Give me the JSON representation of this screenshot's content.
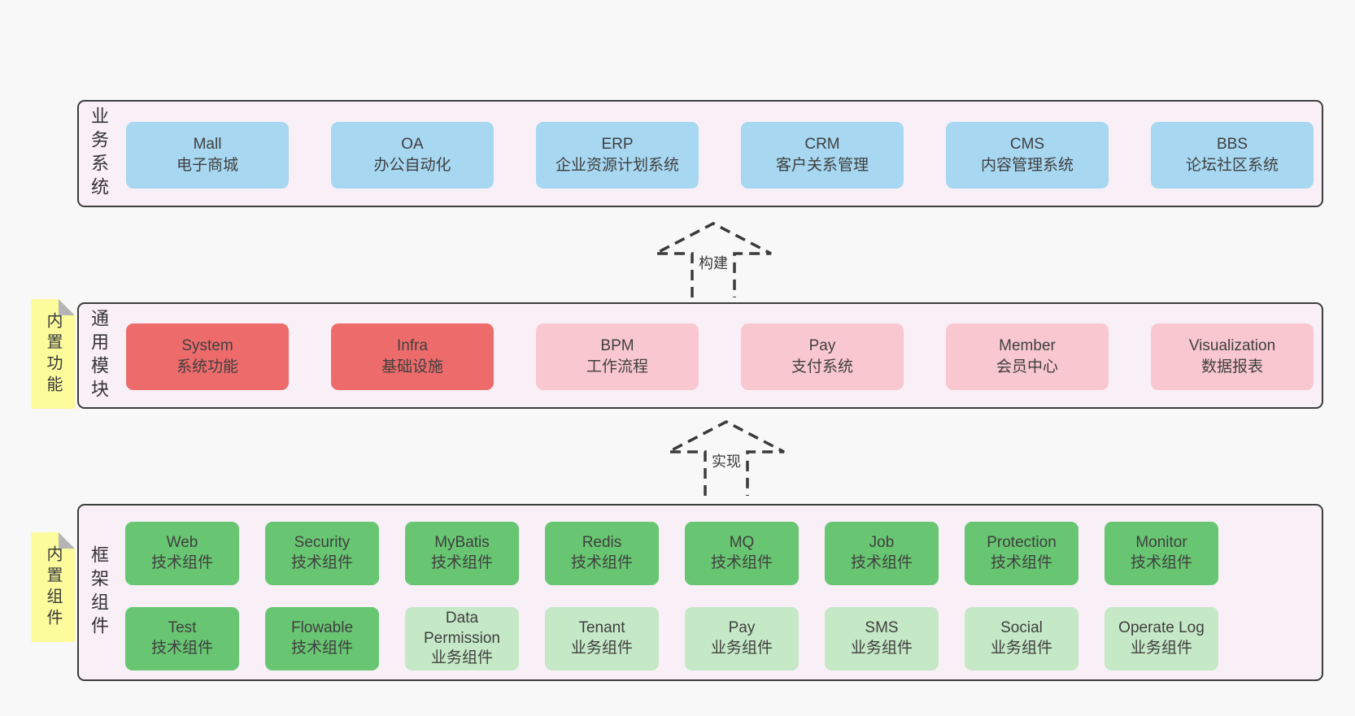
{
  "page": {
    "background": "#f8f8f8"
  },
  "colors": {
    "band_background": "#f9eff7",
    "band_border": "#3d3d3d",
    "blue_box": "#a7d7f1",
    "red_box": "#ee6b6b",
    "pink_box": "#f9c7d0",
    "green_box": "#68c672",
    "light_green_box": "#c5e8c6",
    "sticky_yellow": "#fcfc9d",
    "text": "#3f3f3f"
  },
  "arrows": [
    {
      "label": "构建"
    },
    {
      "label": "实现"
    }
  ],
  "bands": [
    {
      "label": "业务系统",
      "sticky": null,
      "rows": [
        [
          {
            "title": "Mall",
            "subtitle": "电子商城",
            "variant": "blue"
          },
          {
            "title": "OA",
            "subtitle": "办公自动化",
            "variant": "blue"
          },
          {
            "title": "ERP",
            "subtitle": "企业资源计划系统",
            "variant": "blue"
          },
          {
            "title": "CRM",
            "subtitle": "客户关系管理",
            "variant": "blue"
          },
          {
            "title": "CMS",
            "subtitle": "内容管理系统",
            "variant": "blue"
          },
          {
            "title": "BBS",
            "subtitle": "论坛社区系统",
            "variant": "blue"
          }
        ]
      ]
    },
    {
      "label": "通用模块",
      "sticky": "内置功能",
      "rows": [
        [
          {
            "title": "System",
            "subtitle": "系统功能",
            "variant": "red"
          },
          {
            "title": "Infra",
            "subtitle": "基础设施",
            "variant": "red"
          },
          {
            "title": "BPM",
            "subtitle": "工作流程",
            "variant": "pink"
          },
          {
            "title": "Pay",
            "subtitle": "支付系统",
            "variant": "pink"
          },
          {
            "title": "Member",
            "subtitle": "会员中心",
            "variant": "pink"
          },
          {
            "title": "Visualization",
            "subtitle": "数据报表",
            "variant": "pink"
          }
        ]
      ]
    },
    {
      "label": "框架组件",
      "sticky": "内置组件",
      "rows": [
        [
          {
            "title": "Web",
            "subtitle": "技术组件",
            "variant": "green"
          },
          {
            "title": "Security",
            "subtitle": "技术组件",
            "variant": "green"
          },
          {
            "title": "MyBatis",
            "subtitle": "技术组件",
            "variant": "green"
          },
          {
            "title": "Redis",
            "subtitle": "技术组件",
            "variant": "green"
          },
          {
            "title": "MQ",
            "subtitle": "技术组件",
            "variant": "green"
          },
          {
            "title": "Job",
            "subtitle": "技术组件",
            "variant": "green"
          },
          {
            "title": "Protection",
            "subtitle": "技术组件",
            "variant": "green"
          },
          {
            "title": "Monitor",
            "subtitle": "技术组件",
            "variant": "green"
          }
        ],
        [
          {
            "title": "Test",
            "subtitle": "技术组件",
            "variant": "green"
          },
          {
            "title": "Flowable",
            "subtitle": "技术组件",
            "variant": "green"
          },
          {
            "title": "Data Permission",
            "subtitle": "业务组件",
            "variant": "lightgreen"
          },
          {
            "title": "Tenant",
            "subtitle": "业务组件",
            "variant": "lightgreen"
          },
          {
            "title": "Pay",
            "subtitle": "业务组件",
            "variant": "lightgreen"
          },
          {
            "title": "SMS",
            "subtitle": "业务组件",
            "variant": "lightgreen"
          },
          {
            "title": "Social",
            "subtitle": "业务组件",
            "variant": "lightgreen"
          },
          {
            "title": "Operate Log",
            "subtitle": "业务组件",
            "variant": "lightgreen"
          }
        ]
      ]
    }
  ]
}
